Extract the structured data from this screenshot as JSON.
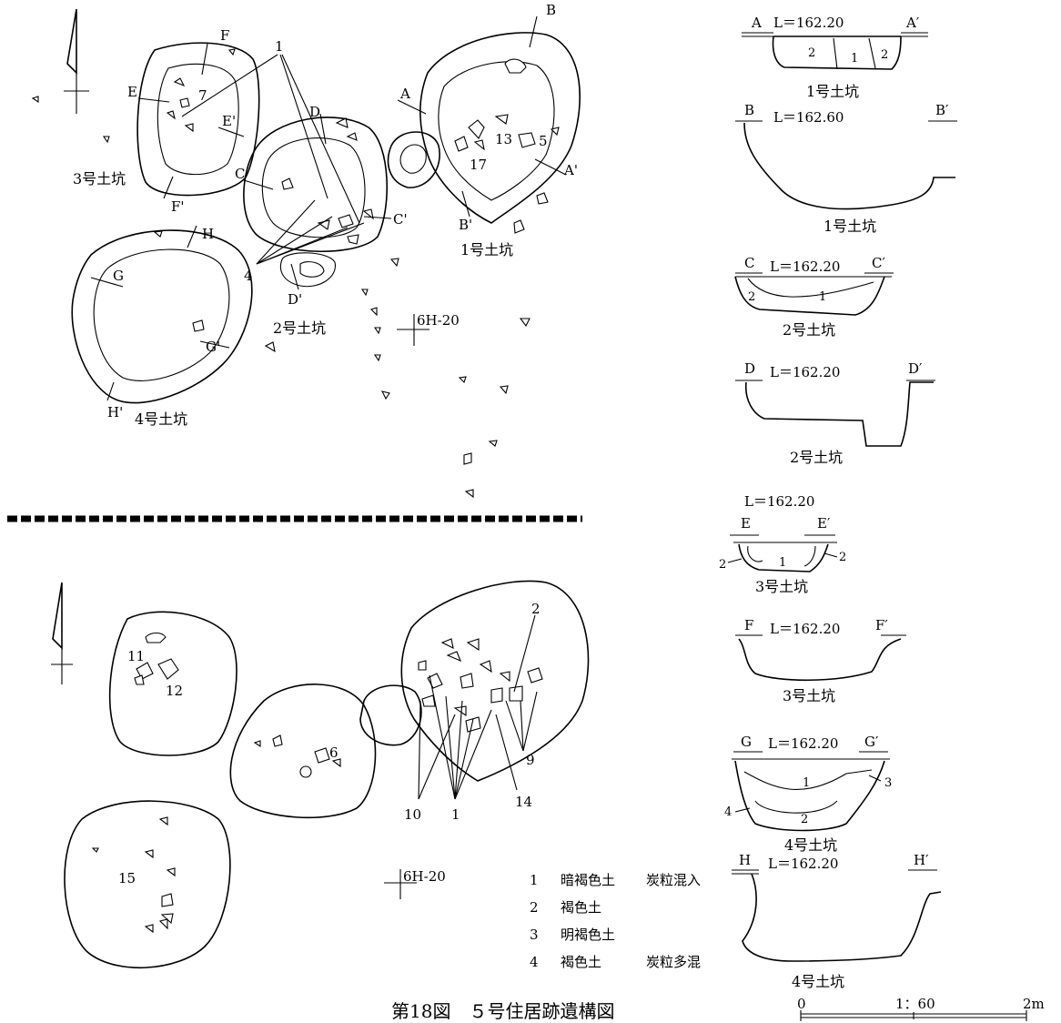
{
  "upper_plan": {
    "pits": {
      "pit1": "1号土坑",
      "pit2": "2号土坑",
      "pit3": "3号土坑",
      "pit4": "4号土坑"
    },
    "section_marks": {
      "A": "A",
      "A_prime": "A'",
      "B": "B",
      "B_prime": "B'",
      "C": "C",
      "C_prime": "C'",
      "D": "D",
      "D_prime": "D'",
      "E": "E",
      "E_prime": "E'",
      "F": "F",
      "F_prime": "F'",
      "G": "G",
      "G_prime": "G'",
      "H": "H",
      "H_prime": "H'"
    },
    "artifact_numbers": {
      "n1": "1",
      "n4": "4",
      "n5": "5",
      "n7": "7",
      "n13": "13",
      "n17": "17"
    },
    "grid_point": "6H-20"
  },
  "lower_plan": {
    "artifact_numbers": {
      "n1": "1",
      "n2": "2",
      "n6": "6",
      "n9": "9",
      "n10": "10",
      "n11": "11",
      "n12": "12",
      "n14": "14",
      "n15": "15"
    },
    "grid_point": "6H-20"
  },
  "sections": [
    {
      "left": "A",
      "right": "A′",
      "level": "L＝162.20",
      "pit": "1号土坑",
      "layers": [
        "2",
        "1",
        "2"
      ]
    },
    {
      "left": "B",
      "right": "B′",
      "level": "L＝162.60",
      "pit": "1号土坑",
      "layers": []
    },
    {
      "left": "C",
      "right": "C′",
      "level": "L＝162.20",
      "pit": "2号土坑",
      "layers": [
        "2",
        "1"
      ]
    },
    {
      "left": "D",
      "right": "D′",
      "level": "L＝162.20",
      "pit": "2号土坑",
      "layers": []
    },
    {
      "left": "E",
      "right": "E′",
      "level": "L＝162.20",
      "pit": "3号土坑",
      "layers": [
        "2",
        "1",
        "2"
      ]
    },
    {
      "left": "F",
      "right": "F′",
      "level": "L＝162.20",
      "pit": "3号土坑",
      "layers": []
    },
    {
      "left": "G",
      "right": "G′",
      "level": "L＝162.20",
      "pit": "4号土坑",
      "layers": [
        "1",
        "3",
        "4",
        "2"
      ]
    },
    {
      "left": "H",
      "right": "H′",
      "level": "L＝162.20",
      "pit": "4号土坑",
      "layers": []
    }
  ],
  "legend": [
    {
      "num": "1",
      "soil": "暗褐色土",
      "note": "炭粒混入"
    },
    {
      "num": "2",
      "soil": "褐色土",
      "note": ""
    },
    {
      "num": "3",
      "soil": "明褐色土",
      "note": ""
    },
    {
      "num": "4",
      "soil": "褐色土",
      "note": "炭粒多混"
    }
  ],
  "caption": "第18図　５号住居跡遺構図",
  "scale": {
    "zero": "0",
    "ratio": "1：60",
    "max": "2m"
  }
}
